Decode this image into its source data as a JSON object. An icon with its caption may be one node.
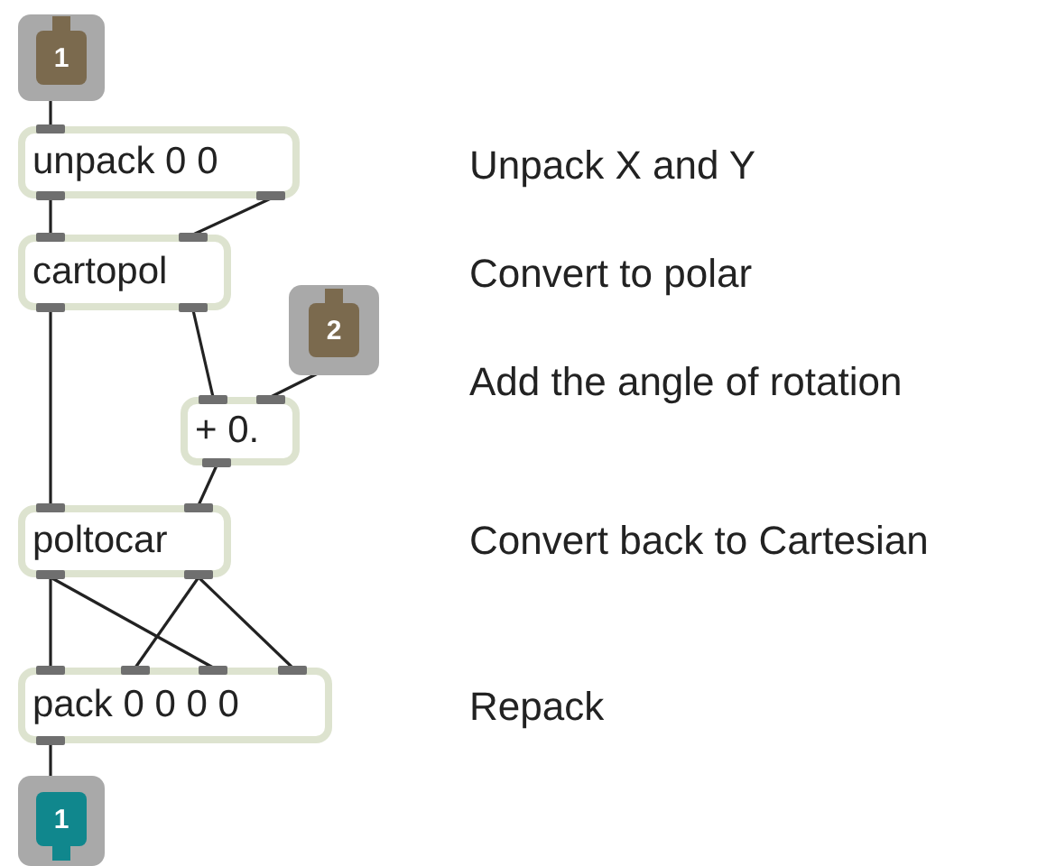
{
  "diagram": {
    "nodes": [
      {
        "text": [
          "1"
        ]
      },
      {
        "text": [
          "unpack 0 0"
        ]
      },
      {
        "text": [
          "cartopol"
        ]
      },
      {
        "text": [
          "2"
        ]
      },
      {
        "text": [
          "+ 0."
        ]
      },
      {
        "text": [
          "poltocar"
        ]
      },
      {
        "text": [
          "pack 0 0 0 0"
        ]
      },
      {
        "text": [
          "1"
        ]
      }
    ],
    "edges": [
      {
        "from": 0,
        "to": 1,
        "arrow": "none"
      },
      {
        "from": 1,
        "to": 2,
        "arrow": "none"
      },
      {
        "from": 1,
        "to": 2,
        "arrow": "none"
      },
      {
        "from": 2,
        "to": 5,
        "arrow": "none"
      },
      {
        "from": 2,
        "to": 4,
        "arrow": "none"
      },
      {
        "from": 3,
        "to": 4,
        "arrow": "none"
      },
      {
        "from": 4,
        "to": 5,
        "arrow": "none"
      },
      {
        "from": 5,
        "to": 6,
        "arrow": "none"
      },
      {
        "from": 5,
        "to": 6,
        "arrow": "none"
      },
      {
        "from": 5,
        "to": 6,
        "arrow": "none"
      },
      {
        "from": 5,
        "to": 6,
        "arrow": "none"
      },
      {
        "from": 6,
        "to": 7,
        "arrow": "none"
      }
    ],
    "labels": [
      "Unpack X and Y",
      "Convert to polar",
      "Add the angle of rotation",
      "Convert back to Cartesian",
      "Repack"
    ]
  }
}
